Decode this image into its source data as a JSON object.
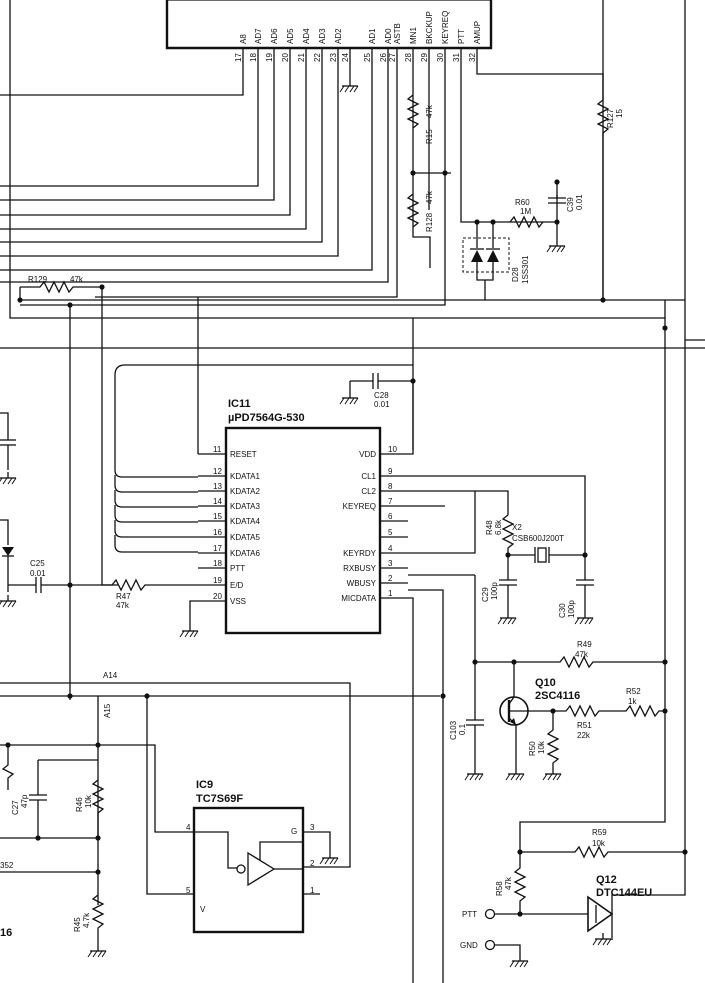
{
  "top_pins": [
    {
      "name": "A8",
      "num": "17"
    },
    {
      "name": "AD7",
      "num": "18"
    },
    {
      "name": "AD6",
      "num": "19"
    },
    {
      "name": "AD5",
      "num": "20"
    },
    {
      "name": "AD4",
      "num": "21"
    },
    {
      "name": "AD3",
      "num": "22"
    },
    {
      "name": "AD2",
      "num": "23"
    },
    {
      "name": "",
      "num": "24"
    },
    {
      "name": "AD1",
      "num": "25"
    },
    {
      "name": "AD0",
      "num": "26"
    },
    {
      "name": "ASTB",
      "num": "27"
    },
    {
      "name": "MN1",
      "num": "28"
    },
    {
      "name": "BKCKUP",
      "num": "29"
    },
    {
      "name": "KEYREQ",
      "num": "30"
    },
    {
      "name": "PTT",
      "num": "31"
    },
    {
      "name": "AMUP",
      "num": "32"
    }
  ],
  "ic11": {
    "ref": "IC11",
    "part": "µPD7564G-530",
    "left_pins": [
      {
        "name": "RESET",
        "num": "11"
      },
      {
        "name": "KDATA1",
        "num": "12"
      },
      {
        "name": "KDATA2",
        "num": "13"
      },
      {
        "name": "KDATA3",
        "num": "14"
      },
      {
        "name": "KDATA4",
        "num": "15"
      },
      {
        "name": "KDATA5",
        "num": "16"
      },
      {
        "name": "KDATA6",
        "num": "17"
      },
      {
        "name": "PTT",
        "num": "18"
      },
      {
        "name": "E/D",
        "num": "19"
      },
      {
        "name": "VSS",
        "num": "20"
      }
    ],
    "right_pins": [
      {
        "name": "VDD",
        "num": "10"
      },
      {
        "name": "CL1",
        "num": "9"
      },
      {
        "name": "CL2",
        "num": "8"
      },
      {
        "name": "KEYREQ",
        "num": "7"
      },
      {
        "name": "",
        "num": "6"
      },
      {
        "name": "",
        "num": "5"
      },
      {
        "name": "KEYRDY",
        "num": "4"
      },
      {
        "name": "RXBUSY",
        "num": "3"
      },
      {
        "name": "WBUSY",
        "num": "2"
      },
      {
        "name": "MICDATA",
        "num": "1"
      }
    ]
  },
  "ic9": {
    "ref": "IC9",
    "part": "TC7S69F",
    "pin_g": "G",
    "pin_v": "V",
    "pins": [
      "4",
      "5",
      "3",
      "2",
      "1"
    ]
  },
  "components": {
    "r15": {
      "ref": "R15",
      "val": "47k"
    },
    "r128": {
      "ref": "R128",
      "val": "47k"
    },
    "r60": {
      "ref": "R60",
      "val": "1M"
    },
    "c39": {
      "ref": "C39",
      "val": "0.01"
    },
    "r127": {
      "ref": "R127",
      "val": "15"
    },
    "d28": {
      "ref": "D28",
      "val": "1SS301"
    },
    "r129": {
      "ref": "R129",
      "val": "47k"
    },
    "c28": {
      "ref": "C28",
      "val": "0.01"
    },
    "c25": {
      "ref": "C25",
      "val": "0.01"
    },
    "r47": {
      "ref": "R47",
      "val": "47k"
    },
    "r48": {
      "ref": "R48",
      "val": "6.8k"
    },
    "x2": {
      "ref": "X2",
      "val": "CSB600J200T"
    },
    "c29": {
      "ref": "C29",
      "val": "100p"
    },
    "c30": {
      "ref": "C30",
      "val": "100p"
    },
    "r49": {
      "ref": "R49",
      "val": "47k"
    },
    "q10": {
      "ref": "Q10",
      "val": "2SC4116"
    },
    "r52": {
      "ref": "R52",
      "val": "1k"
    },
    "r51": {
      "ref": "R51",
      "val": "22k"
    },
    "r50": {
      "ref": "R50",
      "val": "10k"
    },
    "c103": {
      "ref": "C103",
      "val": "0.1"
    },
    "r46": {
      "ref": "R46",
      "val": "10k"
    },
    "c27": {
      "ref": "C27",
      "val": "47p"
    },
    "r45": {
      "ref": "R45",
      "val": "4.7k"
    },
    "r59": {
      "ref": "R59",
      "val": "10k"
    },
    "r58": {
      "ref": "R58",
      "val": "47k"
    },
    "q12": {
      "ref": "Q12",
      "val": "DTC144EU"
    }
  },
  "nets": {
    "a14": "A14",
    "a15": "A15"
  },
  "connectors": {
    "ptt": "PTT",
    "gnd": "GND"
  },
  "partial_labels": {
    "left_mid": "352",
    "left_bottom": "16"
  }
}
